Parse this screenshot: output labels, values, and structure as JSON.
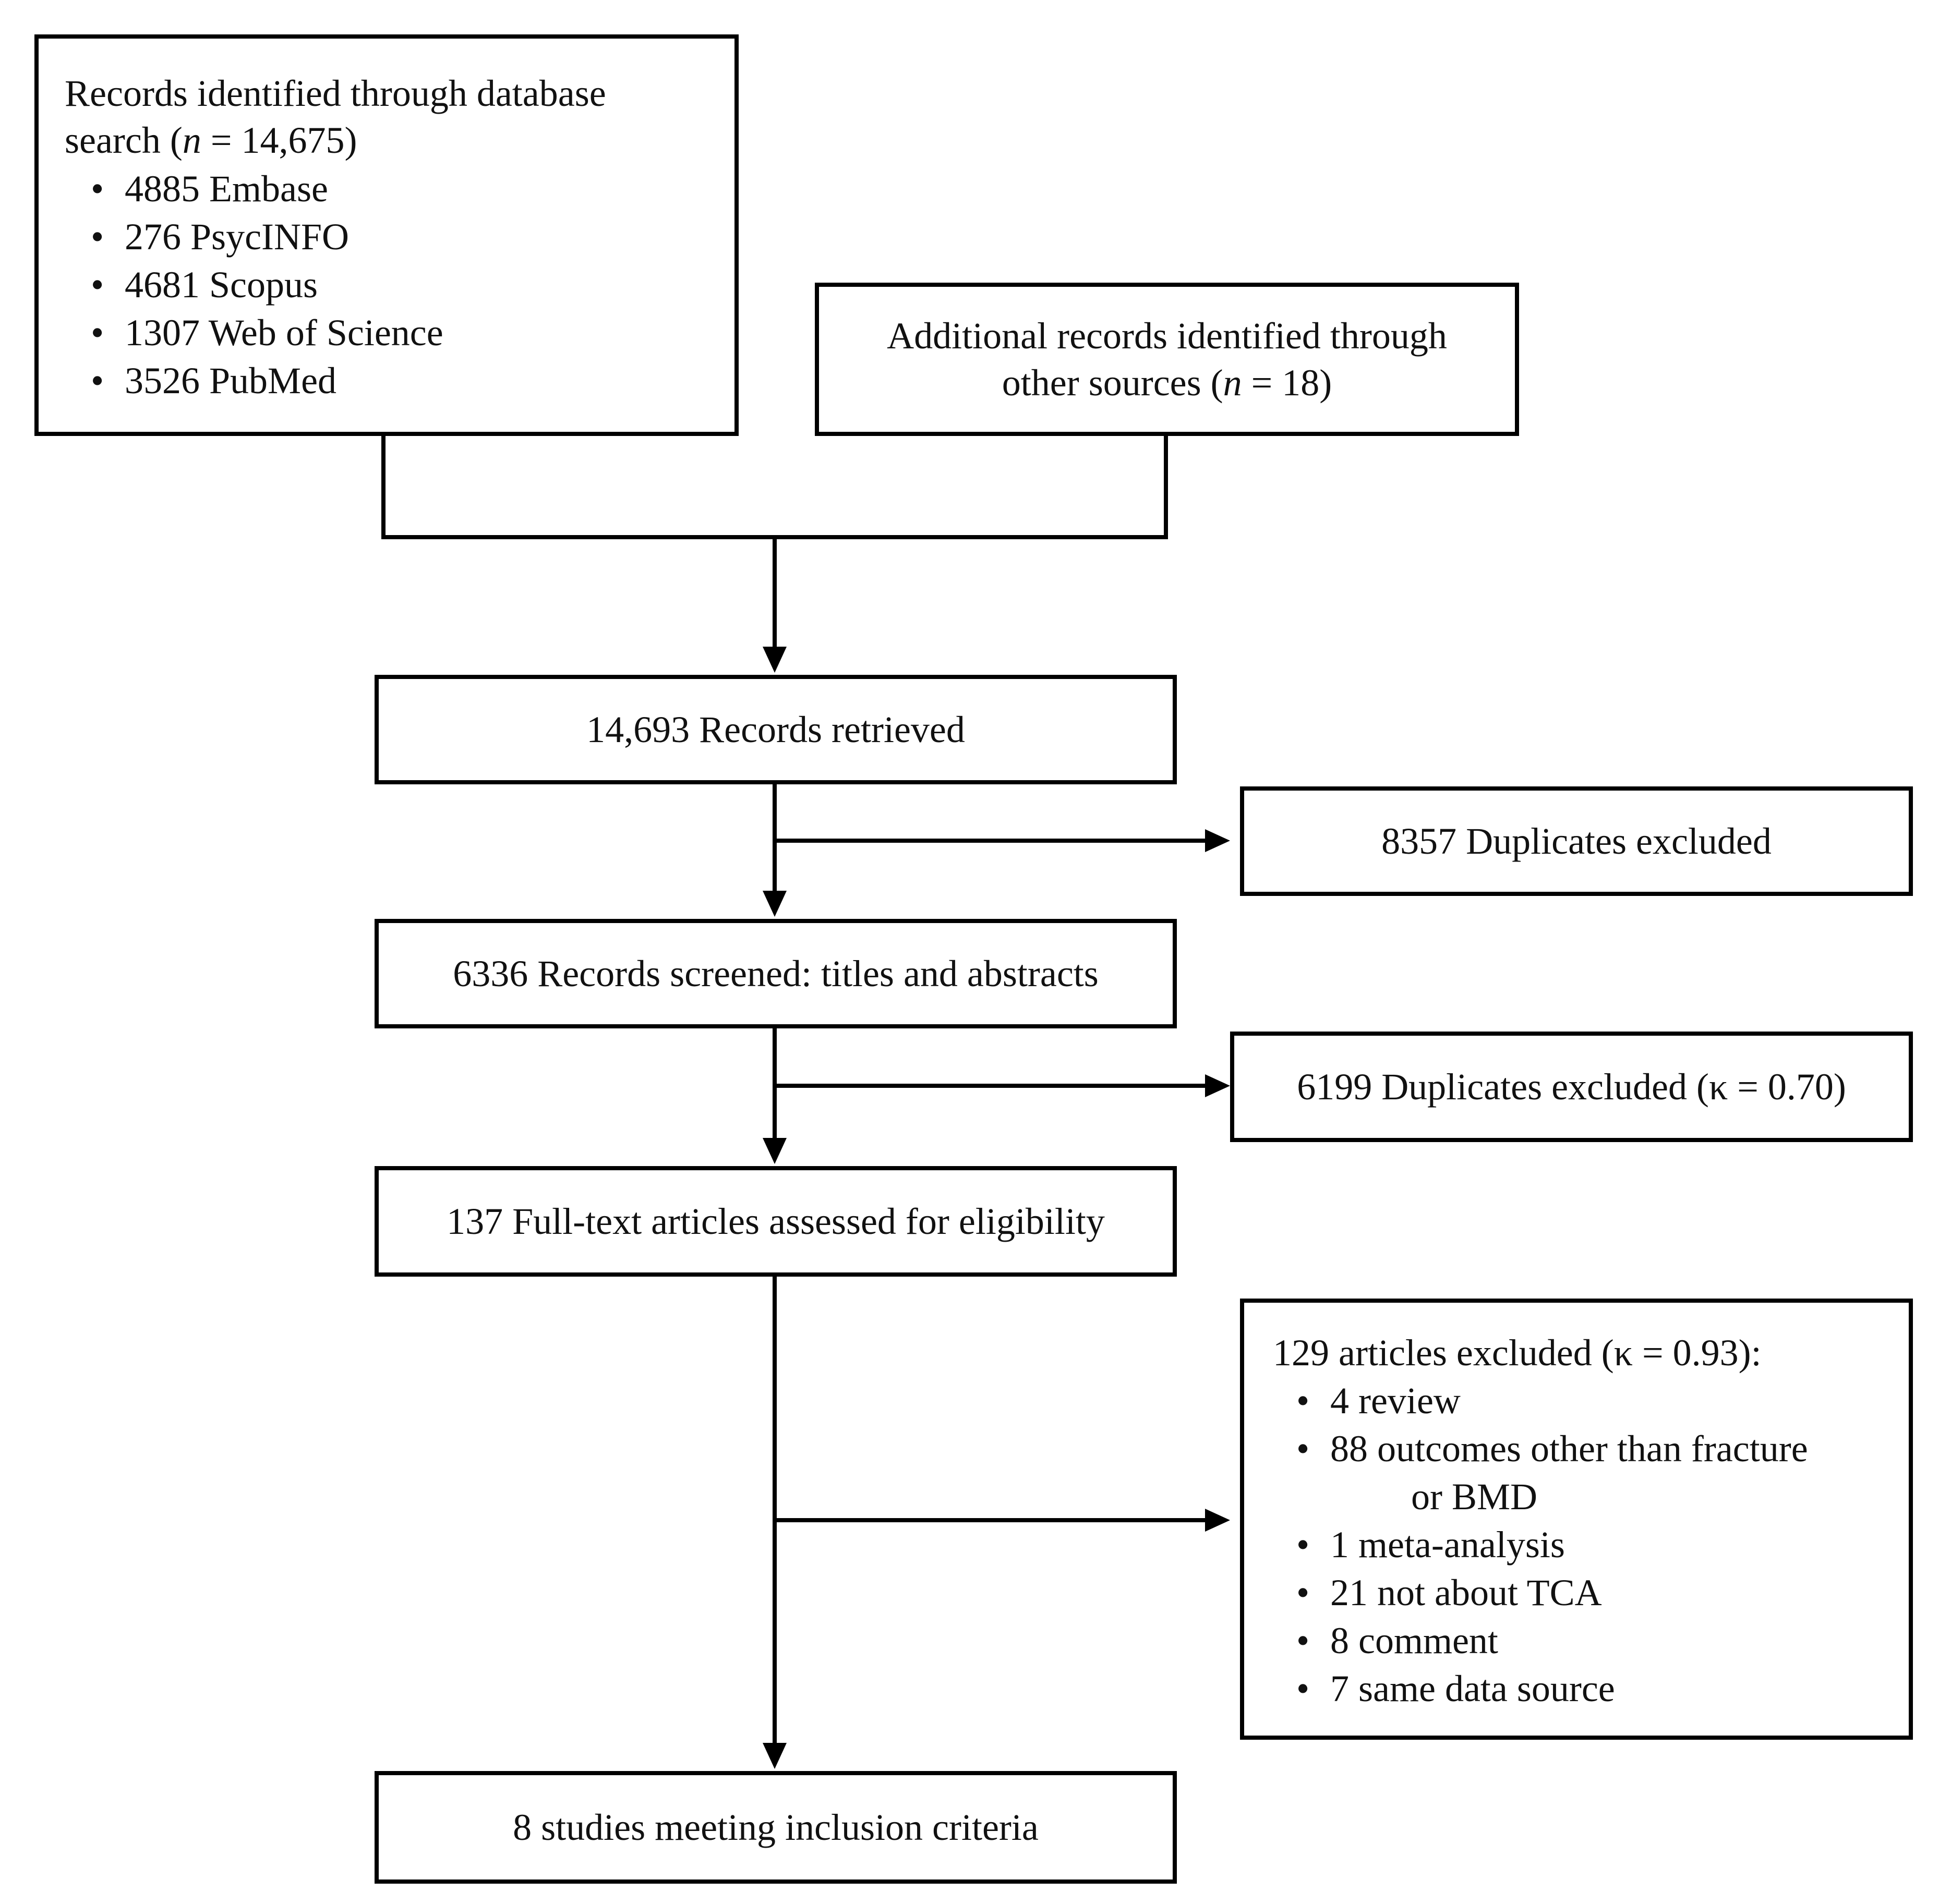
{
  "search_box": {
    "heading_line1": "Records identified through database",
    "heading_line2_pre": "search (",
    "n_symbol": "n",
    "heading_line2_post": " = 14,675)",
    "sources": [
      "4885 Embase",
      "276 PsycINFO",
      "4681 Scopus",
      "1307 Web of Science",
      "3526 PubMed"
    ]
  },
  "additional_box": {
    "line1": "Additional records identified through",
    "line2_pre": "other sources (",
    "n_symbol": "n",
    "line2_post": " = 18)"
  },
  "retrieved_box": {
    "text": "14,693 Records retrieved"
  },
  "duplicates_box": {
    "text": "8357 Duplicates excluded"
  },
  "screened_box": {
    "text": "6336 Records screened: titles and abstracts"
  },
  "screen_excluded_box": {
    "text": "6199 Duplicates excluded (κ = 0.70)"
  },
  "fulltext_box": {
    "text": "137 Full-text articles assessed for eligibility"
  },
  "articles_excluded_box": {
    "heading": "129 articles excluded (κ = 0.93):",
    "reasons": [
      "4 review",
      "88 outcomes other than fracture",
      "1 meta-analysis",
      "21 not about TCA",
      "8 comment",
      "7 same data source"
    ],
    "reason_continuation": "or BMD"
  },
  "included_box": {
    "text": "8 studies meeting inclusion criteria"
  }
}
